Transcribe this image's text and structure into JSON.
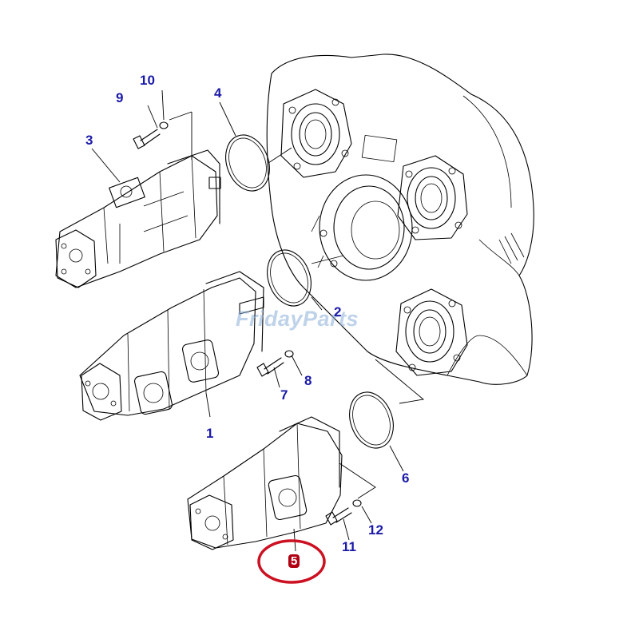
{
  "watermark": "FridayParts",
  "highlight_color": "#cc1122",
  "label_color": "#1a1aa8",
  "callouts": {
    "c1": "1",
    "c2": "2",
    "c3": "3",
    "c4": "4",
    "c5": "5",
    "c6": "6",
    "c7": "7",
    "c8": "8",
    "c9": "9",
    "c10": "10",
    "c11": "11",
    "c12": "12"
  }
}
